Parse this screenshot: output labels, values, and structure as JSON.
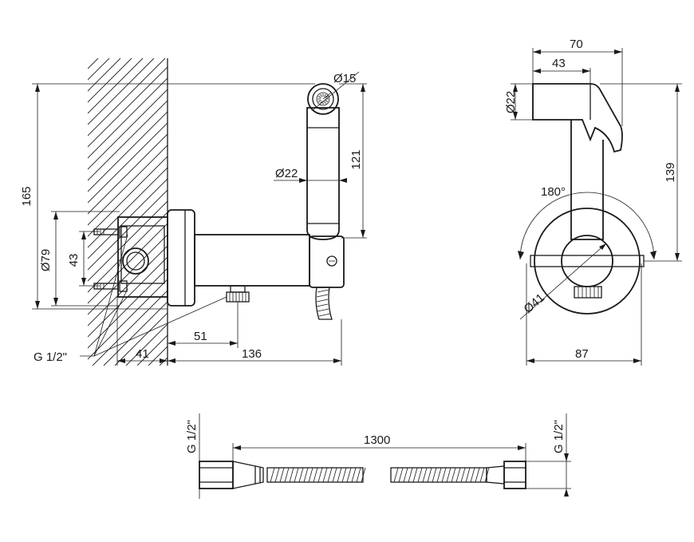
{
  "dims": {
    "d165": "165",
    "d79": "Ø79",
    "d43_left": "43",
    "d15": "Ø15",
    "d22_hose": "Ø22",
    "d121": "121",
    "d51": "51",
    "d41": "41",
    "d136": "136",
    "thread_left": "G 1/2\"",
    "d70": "70",
    "d43_top": "43",
    "d22_side": "Ø22",
    "d139": "139",
    "angle": "180°",
    "d41_side": "Ø41",
    "d87": "87",
    "d1300": "1300",
    "thread_hose_left": "G 1/2\"",
    "thread_hose_right": "G 1/2\""
  }
}
